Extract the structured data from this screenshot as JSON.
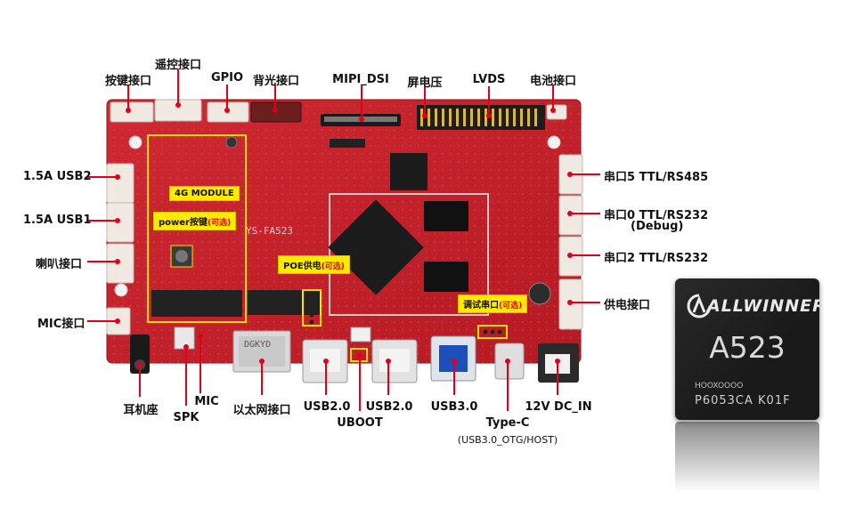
{
  "labels": {
    "key": "按键接口",
    "remote": "遥控接口",
    "gpio": "GPIO",
    "backlight": "背光接口",
    "mipi": "MIPI_DSI",
    "screen_voltage": "屏电压",
    "lvds": "LVDS",
    "battery": "电池接口",
    "usb2_left": "1.5A  USB2",
    "usb1_left": "1.5A  USB1",
    "speaker": "喇叭接口",
    "mic_port": "MIC接口",
    "uart5": "串口5  TTL/RS485",
    "uart0": "串口0  TTL/RS232",
    "uart0_debug": "(Debug)",
    "uart2": "串口2  TTL/RS232",
    "power_port": "供电接口",
    "headphone": "耳机座",
    "spk": "SPK",
    "mic": "MIC",
    "ethernet": "以太网接口",
    "usb20_a": "USB2.0",
    "uboot": "UBOOT",
    "usb20_b": "USB2.0",
    "usb30": "USB3.0",
    "typec": "Type-C",
    "typec_sub": "(USB3.0_OTG/HOST)",
    "dc_in": "12V  DC_IN"
  },
  "tags": {
    "module4g": "4G MODULE",
    "power_key": "power按键",
    "power_key_opt": "(可选)",
    "poe": "POE供电",
    "poe_opt": "(可选)",
    "debug_uart": "调试串口",
    "debug_uart_opt": "(可选)"
  },
  "board": {
    "silk_model": "YS-FA523",
    "eth_brand": "DGKYD"
  },
  "chip": {
    "brand": "ALLWINNER",
    "model": "A523",
    "line1": "HOOXOOOO",
    "line2": "P6053CA  K01F"
  },
  "colors": {
    "pcb": "#c8202a",
    "pcb_dark": "#a5151e",
    "highlight": "#ffea00",
    "label": "#111111",
    "optional": "#e0001a"
  }
}
